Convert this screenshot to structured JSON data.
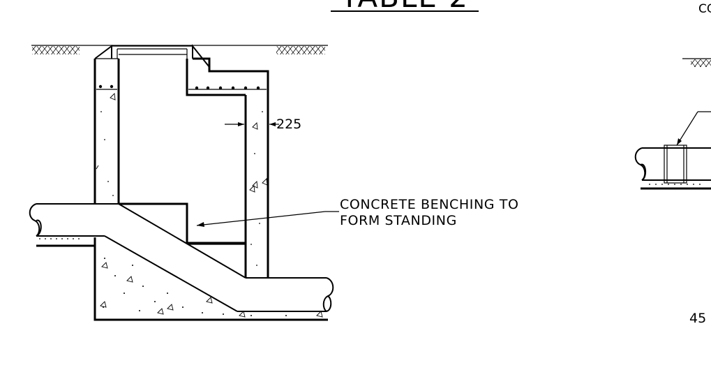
{
  "title": "TABLE 2",
  "dimension_label": "225",
  "annotation": {
    "line1": "CONCRETE BENCHING TO",
    "line2": "FORM STANDING"
  },
  "right_partial": {
    "top_label": "CO",
    "bottom_label": "45"
  }
}
